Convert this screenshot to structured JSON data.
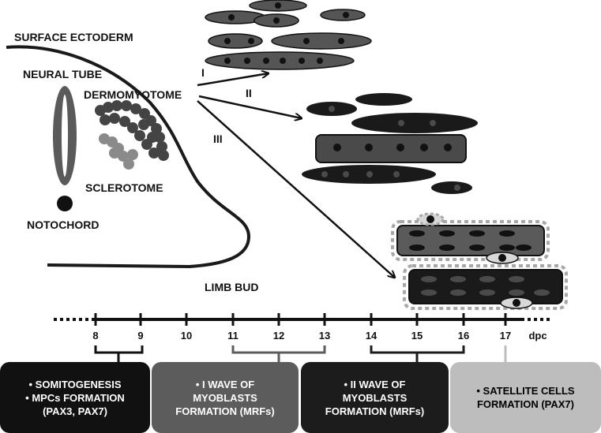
{
  "labels": {
    "surface_ectoderm": "SURFACE ECTODERM",
    "neural_tube": "NEURAL TUBE",
    "dermomyotome": "DERMOMYOTOME",
    "sclerotome": "SCLEROTOME",
    "notochord": "NOTOCHORD",
    "limb_bud": "LIMB BUD",
    "wave_1": "I",
    "wave_2": "II",
    "wave_3": "III"
  },
  "timeline": {
    "ticks": [
      "8",
      "9",
      "10",
      "11",
      "12",
      "13",
      "14",
      "15",
      "16",
      "17"
    ],
    "unit": "dpc"
  },
  "boxes": [
    {
      "lines": [
        "• SOMITOGENESIS",
        "• MPCs FORMATION",
        "(PAX3, PAX7)"
      ],
      "fill": "#111111",
      "text_color": "#ffffff"
    },
    {
      "lines": [
        "• I WAVE OF",
        "MYOBLASTS",
        "FORMATION (MRFs)"
      ],
      "fill": "#5c5c5c",
      "text_color": "#ffffff"
    },
    {
      "lines": [
        "• II WAVE OF",
        "MYOBLASTS",
        "FORMATION (MRFs)"
      ],
      "fill": "#1c1c1c",
      "text_color": "#ffffff"
    },
    {
      "lines": [
        "• SATELLITE CELLS",
        "FORMATION (PAX7)"
      ],
      "fill": "#bdbdbd",
      "text_color": "#000000"
    }
  ],
  "colors": {
    "dark": "#1a1a1a",
    "mid": "#4a4a4a",
    "sclerotome_dark": "#444444",
    "sclerotome_light": "#8a8a8a",
    "dashed_outline": "#a8a8a8"
  }
}
